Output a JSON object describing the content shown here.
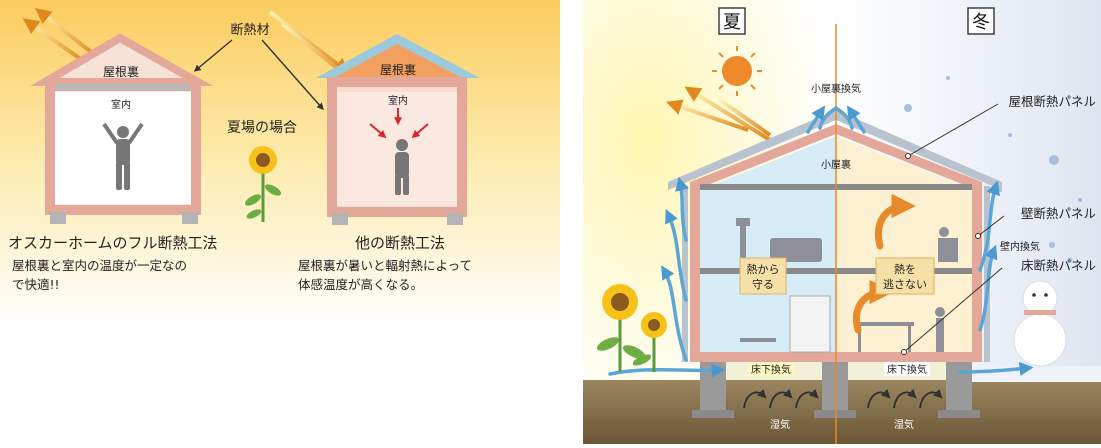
{
  "left": {
    "callout": "断熱材",
    "season_note": "夏場の場合",
    "house_full": {
      "attic": "屋根裏",
      "room": "室内",
      "title": "オスカーホームのフル断熱工法",
      "desc_line1": "屋根裏と室内の温度が一定なの",
      "desc_line2": "で快適!!"
    },
    "house_other": {
      "attic": "屋根裏",
      "room": "室内",
      "title": "他の断熱工法",
      "desc_line1": "屋根裏が暑いと輻射熱によって",
      "desc_line2": "体感温度が高くなる。"
    }
  },
  "right": {
    "summer": "夏",
    "winter": "冬",
    "attic_vent": "小屋裏換気",
    "attic": "小屋裏",
    "wall_vent": "壁内換気",
    "protect_line1": "熱から",
    "protect_line2": "守る",
    "keep_line1": "熱を",
    "keep_line2": "逃さない",
    "underfloor_vent_left": "床下換気",
    "underfloor_vent_right": "床下換気",
    "humidity_left": "湿気",
    "humidity_right": "湿気",
    "roof_panel": "屋根断熱パネル",
    "wall_panel": "壁断熱パネル",
    "floor_panel": "床断熱パネル"
  },
  "colors": {
    "sky_yellow": "#fbd36a",
    "wall_pink": "#e4a89a",
    "roof_blue": "#9cc9dc",
    "roof_orange": "#f2a060",
    "summer_room": "#d6ecf6",
    "winter_room": "#fdf1d2",
    "ground": "#7e6a48",
    "arrow_blue": "#5aa6d6",
    "arrow_orange": "#e88a2a"
  }
}
